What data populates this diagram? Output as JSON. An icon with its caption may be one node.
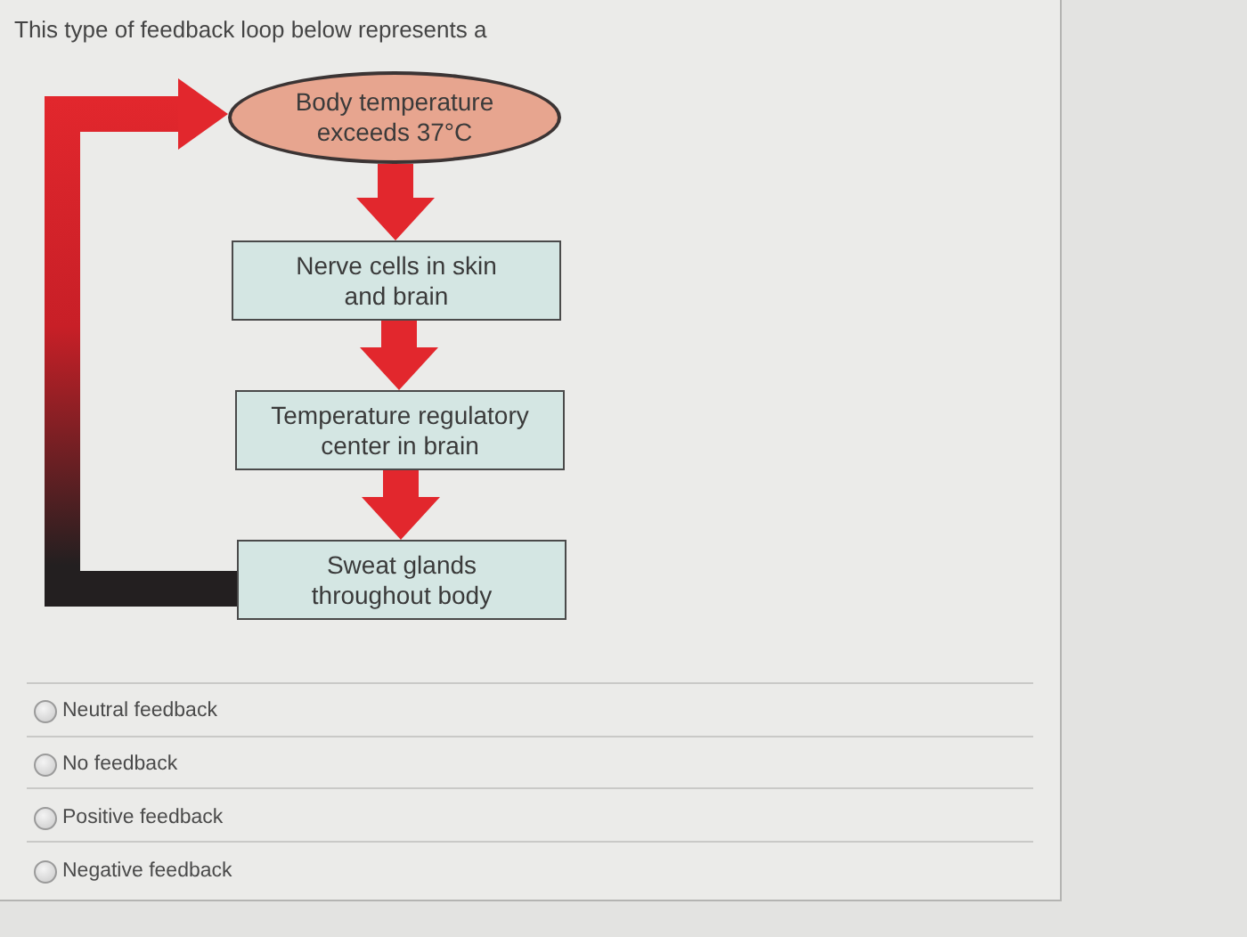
{
  "diagram": {
    "title": "This type of feedback loop below represents a",
    "nodes": [
      {
        "text": [
          "Body temperature exceeds 37°C"
        ]
      },
      {
        "text": [
          "Nerve cells in skin and brain"
        ]
      },
      {
        "text": [
          "Temperature regulatory center in brain"
        ]
      },
      {
        "text": [
          "Sweat glands throughout body"
        ]
      }
    ],
    "edges": [
      {
        "from": 0,
        "to": 1,
        "arrow": "to"
      },
      {
        "from": 1,
        "to": 2,
        "arrow": "to"
      },
      {
        "from": 2,
        "to": 3,
        "arrow": "to"
      },
      {
        "from": 3,
        "to": 0,
        "arrow": "to"
      }
    ],
    "labels": [
      "Neutral feedback",
      "No feedback",
      "Positive feedback",
      "Negative feedback"
    ]
  }
}
